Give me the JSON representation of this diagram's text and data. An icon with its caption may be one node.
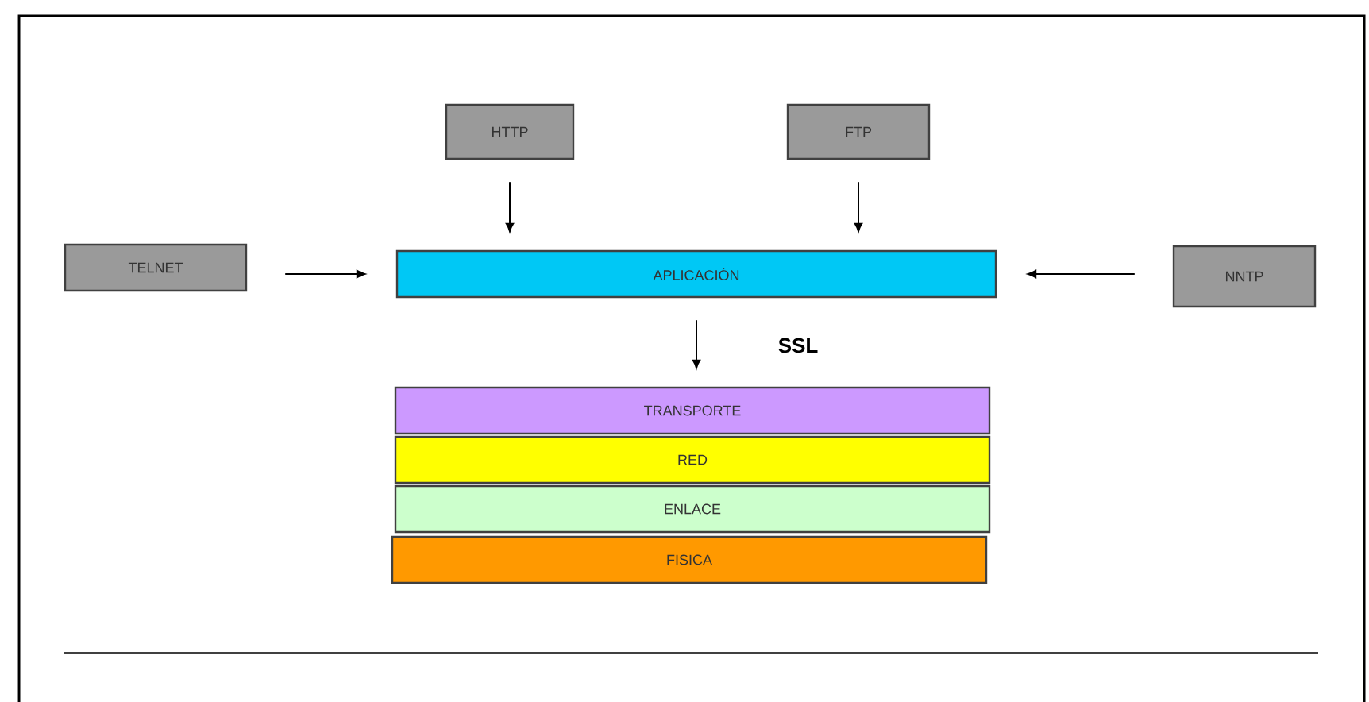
{
  "diagram": {
    "nodes": [
      {
        "text": [
          "HTTP"
        ]
      },
      {
        "text": [
          "FTP"
        ]
      },
      {
        "text": [
          "TELNET"
        ]
      },
      {
        "text": [
          "APLICACIÓN"
        ]
      },
      {
        "text": [
          "NNTP"
        ]
      },
      {
        "text": [
          "TRANSPORTE"
        ]
      },
      {
        "text": [
          "RED"
        ]
      },
      {
        "text": [
          "ENLACE"
        ]
      },
      {
        "text": [
          "FISICA"
        ]
      }
    ],
    "edges": [
      {
        "from": 0,
        "to": 3,
        "arrow": "to"
      },
      {
        "from": 1,
        "to": 3,
        "arrow": "to"
      },
      {
        "from": 2,
        "to": 3,
        "arrow": "to"
      },
      {
        "from": 4,
        "to": 3,
        "arrow": "to"
      },
      {
        "from": 3,
        "to": 5,
        "arrow": "to",
        "label": "SSL"
      }
    ]
  }
}
